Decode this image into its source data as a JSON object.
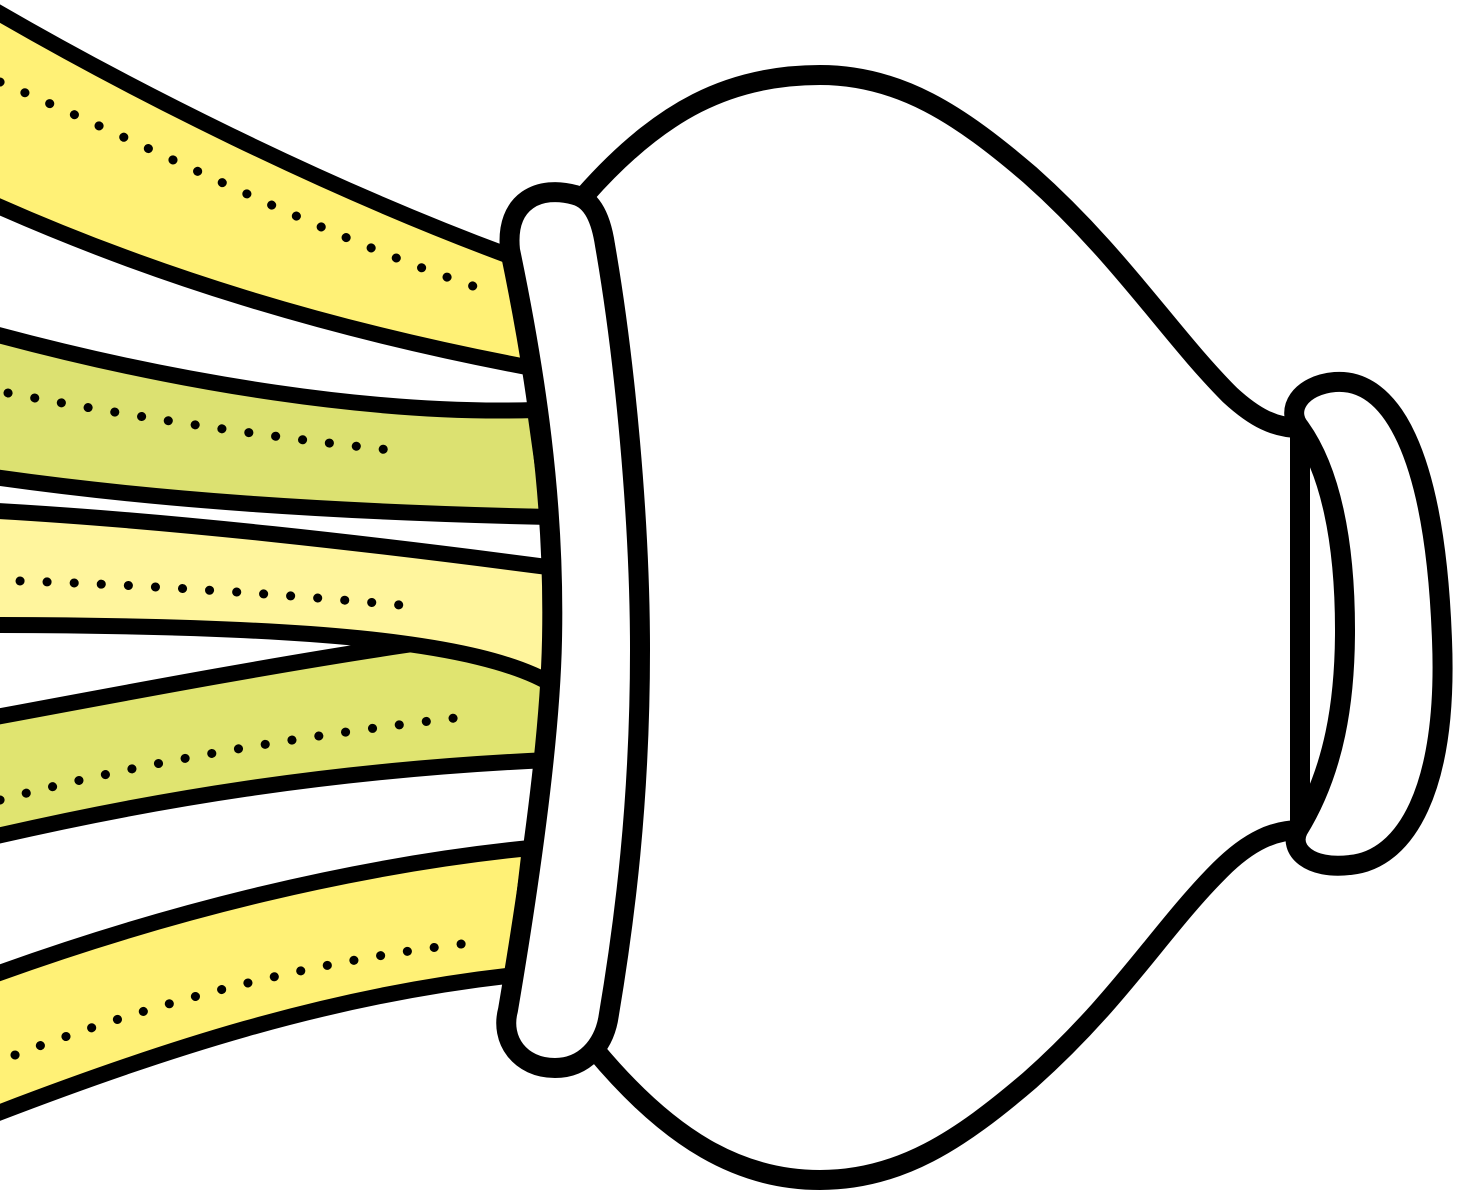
{
  "scene": {
    "subject": "vase",
    "background_color": "#ffffff",
    "outline_color": "#000000",
    "vase_fill": "#ffffff",
    "stitch_style": "dotted",
    "strips": [
      {
        "id": "strip-1",
        "fill": "#fff176"
      },
      {
        "id": "strip-2",
        "fill": "#dce171"
      },
      {
        "id": "strip-3",
        "fill": "#fff59d"
      },
      {
        "id": "strip-4",
        "fill": "#e0e470"
      },
      {
        "id": "strip-5",
        "fill": "#fff176"
      }
    ]
  }
}
